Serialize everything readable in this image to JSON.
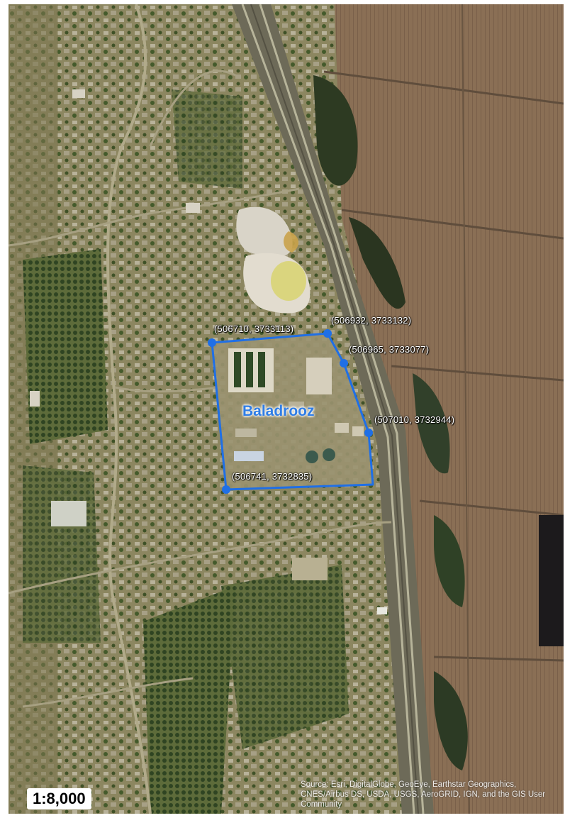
{
  "map": {
    "site_name": "Baladrooz",
    "scale": "1:8,000",
    "attribution": "Source: Esri, DigitalGlobe, GeoEye, Earthstar Geographics, CNES/Airbus DS, USDA, USGS, AeroGRID, IGN, and the GIS User Community",
    "vertices": [
      {
        "label": "(506710, 3733113)"
      },
      {
        "label": "(506932, 3733132)"
      },
      {
        "label": "(506965, 3733077)"
      },
      {
        "label": "(507010, 3732944)"
      },
      {
        "label": "(506741, 3732835)"
      }
    ],
    "boundary_color": "#1f6fe6"
  }
}
